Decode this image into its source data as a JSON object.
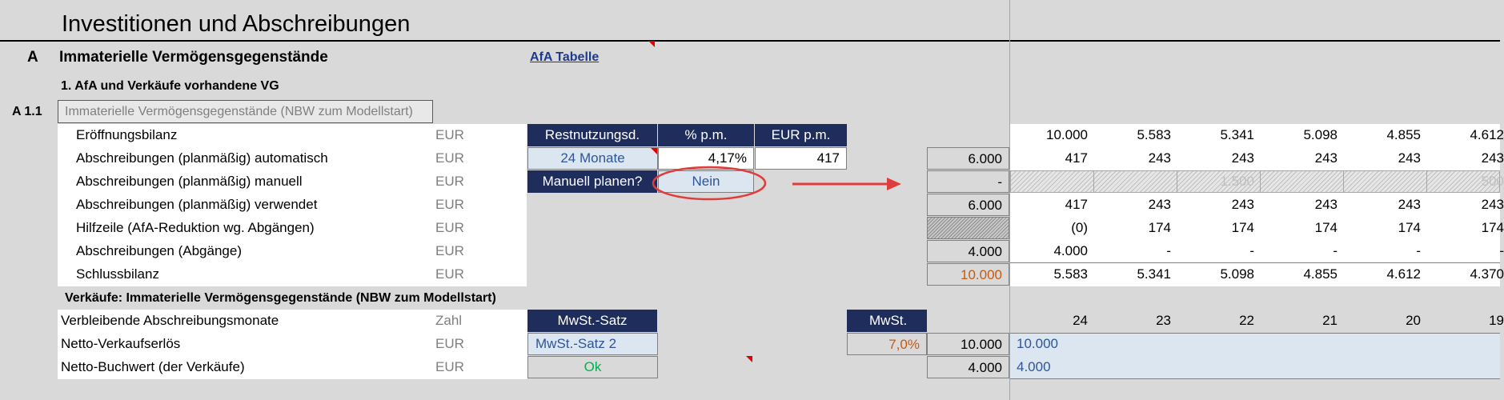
{
  "title": "Investitionen und Abschreibungen",
  "section": {
    "code": "A",
    "title": "Immaterielle Vermögensgegenstände",
    "link": "AfA Tabelle"
  },
  "subsection1": "1. AfA und Verkäufe vorhandene VG",
  "block": {
    "code": "A 1.1",
    "name": "Immaterielle Vermögensgegenstände (NBW zum Modellstart)"
  },
  "header_cols": {
    "restnutzung": "Restnutzungsd.",
    "pct": "% p.m.",
    "eur": "EUR p.m."
  },
  "auto_row": {
    "months": "24 Monate",
    "pct": "4,17%",
    "eur": "417"
  },
  "manual": {
    "label": "Manuell planen?",
    "value": "Nein"
  },
  "rows": [
    {
      "label": "Eröffnungsbilanz",
      "unit": "EUR",
      "total": "",
      "v": [
        "10.000",
        "5.583",
        "5.341",
        "5.098",
        "4.855",
        "4.612"
      ]
    },
    {
      "label": "Abschreibungen (planmäßig) automatisch",
      "unit": "EUR",
      "total": "6.000",
      "v": [
        "417",
        "243",
        "243",
        "243",
        "243",
        "243"
      ]
    },
    {
      "label": "Abschreibungen (planmäßig) manuell",
      "unit": "EUR",
      "total": "-",
      "v": [
        "",
        "",
        "1.500",
        "",
        "",
        "500"
      ]
    },
    {
      "label": "Abschreibungen (planmäßig) verwendet",
      "unit": "EUR",
      "total": "6.000",
      "v": [
        "417",
        "243",
        "243",
        "243",
        "243",
        "243"
      ]
    },
    {
      "label": "Hilfzeile (AfA-Reduktion wg. Abgängen)",
      "unit": "EUR",
      "total": "",
      "v": [
        "(0)",
        "174",
        "174",
        "174",
        "174",
        "174"
      ]
    },
    {
      "label": "Abschreibungen (Abgänge)",
      "unit": "EUR",
      "total": "4.000",
      "v": [
        "4.000",
        "-",
        "-",
        "-",
        "-",
        "-"
      ]
    },
    {
      "label": "Schlussbilanz",
      "unit": "EUR",
      "total": "10.000",
      "v": [
        "5.583",
        "5.341",
        "5.098",
        "4.855",
        "4.612",
        "4.370"
      ]
    }
  ],
  "sales": {
    "title": "Verkäufe: Immaterielle Vermögensgegenstände (NBW zum Modellstart)",
    "mwst_header": "MwSt.-Satz",
    "mwst_label": "MwSt.",
    "rows": [
      {
        "label": "Verbleibende Abschreibungsmonate",
        "unit": "Zahl",
        "v": [
          "24",
          "23",
          "22",
          "21",
          "20",
          "19"
        ]
      },
      {
        "label": "Netto-Verkaufserlös",
        "unit": "EUR",
        "select": "MwSt.-Satz 2",
        "mwst": "7,0%",
        "total": "10.000",
        "v": [
          "10.000",
          "",
          "",
          "",
          "",
          ""
        ]
      },
      {
        "label": "Netto-Buchwert (der Verkäufe)",
        "unit": "EUR",
        "select": "Ok",
        "total": "4.000",
        "v": [
          "4.000",
          "",
          "",
          "",
          "",
          ""
        ]
      }
    ]
  },
  "colors": {
    "navy": "#1f2d5c",
    "orange": "#c55a11",
    "green": "#00b050",
    "blue_text": "#2f5597",
    "red": "#e03c3c"
  }
}
